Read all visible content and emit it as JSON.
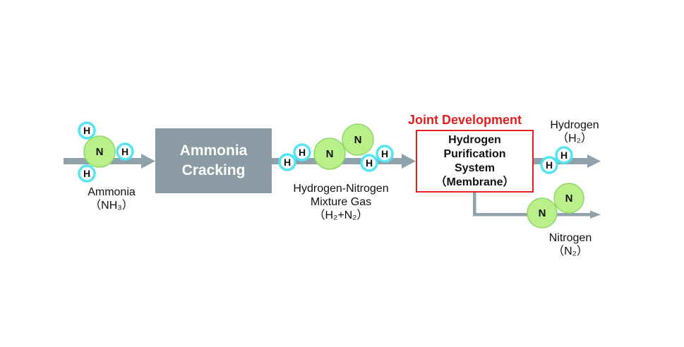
{
  "colors": {
    "arrow": "#8fa2ac",
    "process_box": "#8a9ba3",
    "highlight": "#e02020",
    "hydrogen_fill": "#ffffff",
    "hydrogen_ring": "#55e4f2",
    "nitrogen_fill": "#b9f08a",
    "nitrogen_edge": "#8fd86a"
  },
  "atoms": {
    "hydrogen_symbol": "H",
    "nitrogen_symbol": "N"
  },
  "input": {
    "name": "Ammonia",
    "formula": "（NH₃）"
  },
  "cracking": {
    "line1": "Ammonia",
    "line2": "Cracking"
  },
  "mixture": {
    "line1": "Hydrogen-Nitrogen",
    "line2": "Mixture Gas",
    "formula": "（H₂+N₂）"
  },
  "joint_development": "Joint Development",
  "purification": {
    "line1": "Hydrogen",
    "line2": "Purification",
    "line3": "System",
    "line4": "（Membrane）"
  },
  "output_hydrogen": {
    "name": "Hydrogen",
    "formula": "（H₂）"
  },
  "output_nitrogen": {
    "name": "Nitrogen",
    "formula": "（N₂）"
  }
}
